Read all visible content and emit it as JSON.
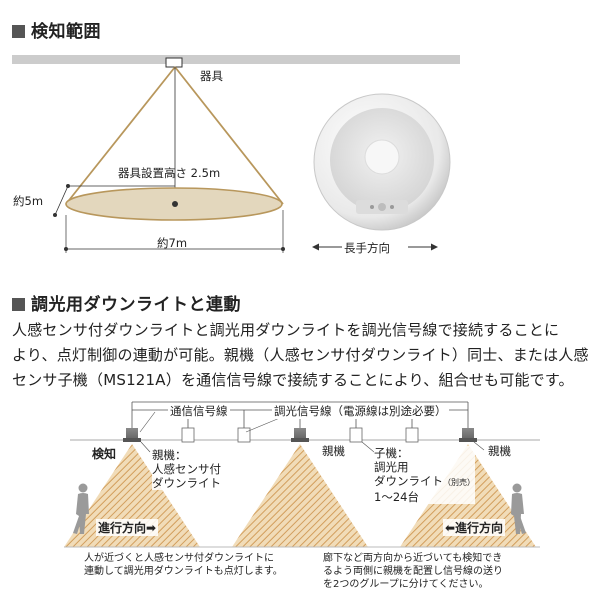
{
  "section1": {
    "title": "検知範囲",
    "fixture_label": "器具",
    "height_label": "器具設置高さ 2.5m",
    "depth_label": "約5m",
    "width_label": "約7m",
    "direction_label": "長手方向"
  },
  "section2": {
    "title": "調光用ダウンライトと連動",
    "paragraph": [
      "人感センサ付ダウンライトと調光用ダウンライトを調光信号線で接続することに",
      "より、点灯制御の連動が可能。親機（人感センサ付ダウンライト）同士、または人感",
      "センサ子機（MS121A）を通信信号線で接続することにより、組合せも可能です。"
    ]
  },
  "diagram": {
    "comm_line_label": "通信信号線",
    "dim_line_label": "調光信号線（電源線は別途必要）",
    "detect_label": "検知",
    "parent_label_lines": [
      "親機：",
      "人感センサ付",
      "ダウンライト"
    ],
    "parent_label_short": "親機",
    "child_label_lines": [
      "子機：",
      "調光用",
      "ダウンライト",
      "1〜24台"
    ],
    "child_label_note": "（別売）",
    "parent_label_right": "親機",
    "travel_left": "進行方向➡",
    "travel_right": "⬅進行方向",
    "caption_left": [
      "人が近づくと人感センサ付ダウンライトに",
      "連動して調光用ダウンライトも点灯します。"
    ],
    "caption_right": [
      "廊下など両方向から近づいても検知でき",
      "るよう両側に親機を配置し信号線の送り",
      "を2つのグループに分けてください。"
    ]
  },
  "colors": {
    "cone": "#b8975c",
    "ellipse_fill": "#e3d7bd",
    "ceiling": "#cccccc",
    "beam": "#d9b37f",
    "fixture_dark": "#7a7a7a"
  }
}
